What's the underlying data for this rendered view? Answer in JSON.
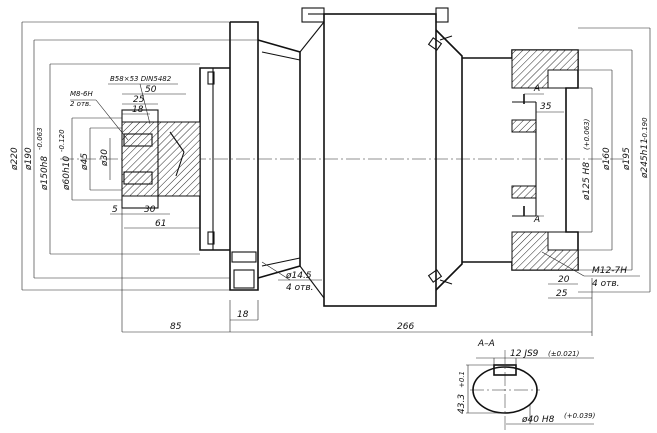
{
  "section_label": "A",
  "section_title": "A–A",
  "dims": {
    "d220": "ø220",
    "d190": "ø190",
    "d150": "ø150h8",
    "d150_tol": "-0.063",
    "d60": "ø60h10",
    "d60_tol": "-0.120",
    "d45": "ø45",
    "d30": "ø30",
    "spline": "В58×53 DIN5482",
    "m8": "M8-6H",
    "m8_count": "2 отв.",
    "l50": "50",
    "l25a": "25",
    "l18a": "18",
    "l5": "5",
    "l30": "30",
    "l61": "61",
    "d14": "ø14.5",
    "d14_count": "4 отв.",
    "l85": "85",
    "l18b": "18",
    "l266": "266",
    "l35": "35",
    "d125": "ø125 H8",
    "d125_tol": "(+0.063)",
    "d160": "ø160",
    "d195": "ø195",
    "d245": "ø245h11",
    "d245_tol": "-0.190",
    "m12": "M12-7H",
    "m12_count": "4 отв.",
    "l20": "20",
    "l25b": "25",
    "key_width": "12 JS9",
    "key_width_tol": "(±0.021)",
    "key_depth": "43.3",
    "key_depth_tol": "+0.1",
    "d40": "ø40 H8",
    "d40_tol": "(+0.039)"
  }
}
